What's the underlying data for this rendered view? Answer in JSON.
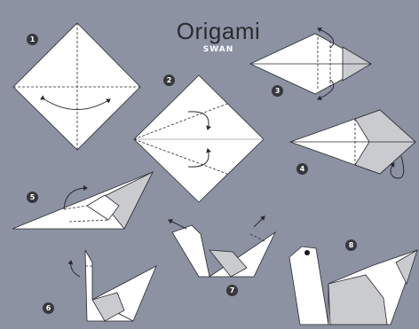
{
  "header": {
    "title": "Origami",
    "subtitle": "SWAN"
  },
  "steps": [
    {
      "number": "1"
    },
    {
      "number": "2"
    },
    {
      "number": "3"
    },
    {
      "number": "4"
    },
    {
      "number": "5"
    },
    {
      "number": "6"
    },
    {
      "number": "7"
    },
    {
      "number": "8"
    }
  ],
  "colors": {
    "background": "#8c92a2",
    "paper": "#ffffff",
    "shade": "#c9cbcf",
    "outline": "#2a2a2e",
    "badge": "#36383d"
  }
}
